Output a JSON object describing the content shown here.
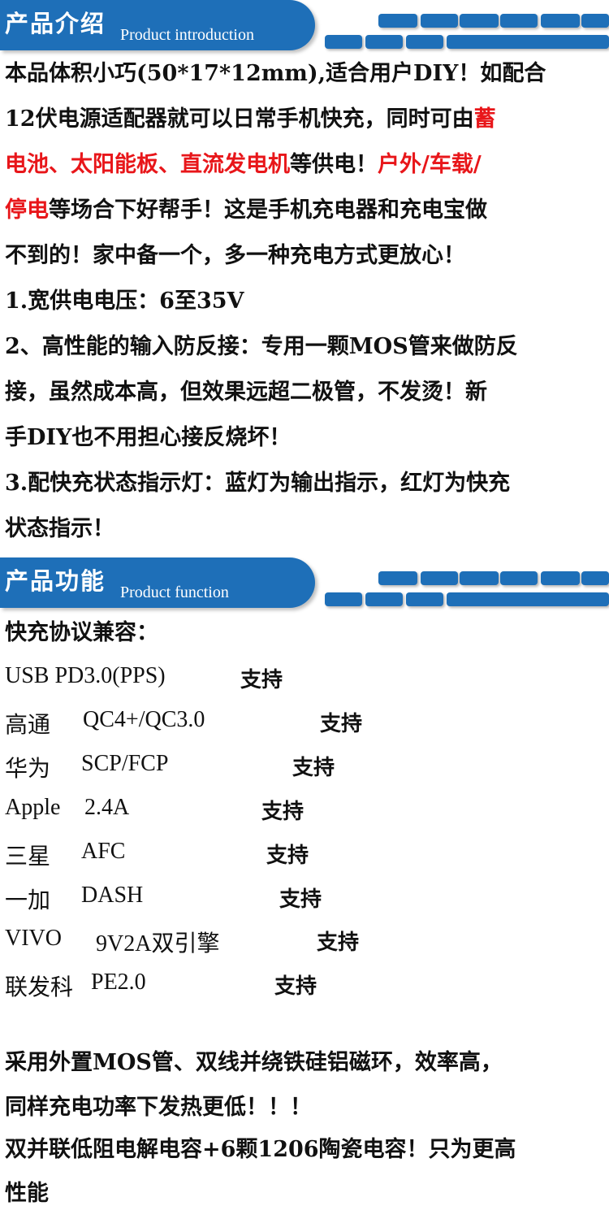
{
  "section1": {
    "title_cn": "产品介绍",
    "title_en": "Product introduction",
    "lines": [
      [
        {
          "t": "本品体积小巧(50*17*12mm),适合用户DIY！如配合"
        }
      ],
      [
        {
          "t": "12伏电源适配器就可以日常手机快充，同时可由"
        },
        {
          "t": "蓄",
          "red": true
        }
      ],
      [
        {
          "t": "电池、太阳能板、直流发电机",
          "red": true
        },
        {
          "t": "等供电！"
        },
        {
          "t": "户外/车载/",
          "red": true
        }
      ],
      [
        {
          "t": "停电",
          "red": true
        },
        {
          "t": "等场合下好帮手！这是手机充电器和充电宝做"
        }
      ],
      [
        {
          "t": "不到的！家中备一个，多一种充电方式更放心！"
        }
      ],
      [
        {
          "t": "1.宽供电电压：6至35V"
        }
      ],
      [
        {
          "t": "2、高性能的输入防反接：专用一颗MOS管来做防反"
        }
      ],
      [
        {
          "t": "接，虽然成本高，但效果远超二极管，不发烫！新"
        }
      ],
      [
        {
          "t": "手DIY也不用担心接反烧坏！"
        }
      ],
      [
        {
          "t": "3.配快充状态指示灯：蓝灯为输出指示，红灯为快充"
        }
      ],
      [
        {
          "t": "状态指示！"
        }
      ]
    ]
  },
  "section2": {
    "title_cn": "产品功能",
    "title_en": "Product function",
    "heading": "快充协议兼容：",
    "rows": [
      {
        "brand": "USB PD3.0(PPS)",
        "proto": "",
        "status": "支持"
      },
      {
        "brand": "高通",
        "proto": "QC4+/QC3.0",
        "status": "支持"
      },
      {
        "brand": "华为",
        "proto": "SCP/FCP",
        "status": "支持"
      },
      {
        "brand": "Apple",
        "proto": "2.4A",
        "status": "支持"
      },
      {
        "brand": "三星",
        "proto": "AFC",
        "status": "支持"
      },
      {
        "brand": "一加",
        "proto": "DASH",
        "status": "支持"
      },
      {
        "brand": "VIVO",
        "proto": "9V2A双引擎",
        "status": "支持"
      },
      {
        "brand": "联发科",
        "proto": "PE2.0",
        "status": "支持"
      }
    ],
    "footer": [
      "采用外置MOS管、双线并绕铁硅铝磁环，效率高，",
      "同样充电功率下发热更低！！！",
      "双并联低阻电解电容+6颗1206陶瓷电容！只为更高",
      "性能"
    ]
  },
  "colors": {
    "banner": "#1e6fb8",
    "highlight": "#e8161a"
  }
}
